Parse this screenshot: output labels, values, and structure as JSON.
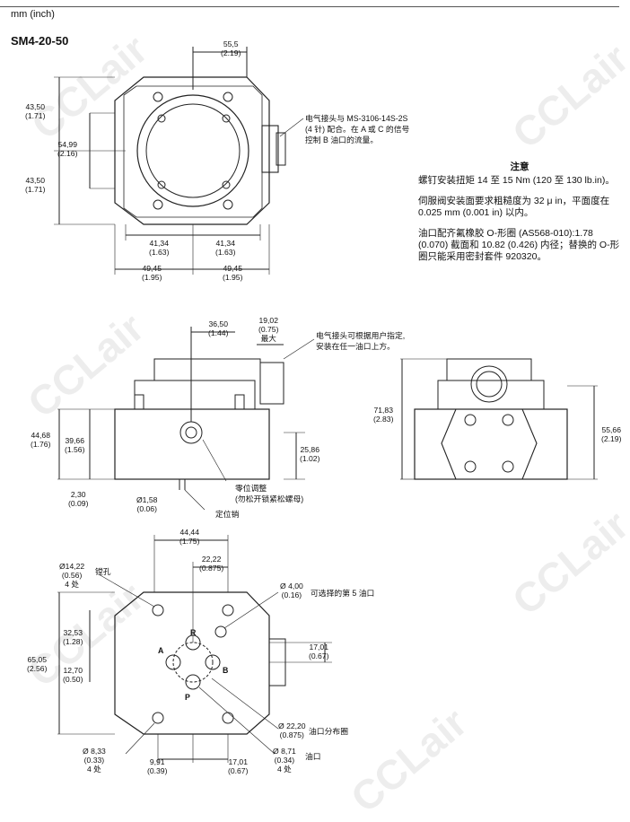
{
  "header": {
    "unit_label": "mm (inch)",
    "model": "SM4-20-50"
  },
  "notes": {
    "title": "注意",
    "items": [
      "螺钉安装扭矩 14 至 15 Nm (120 至 130 lb.in)。",
      "伺服阀安装面要求粗糙度为 32 μ in，平面度在 0.025 mm (0.001 in) 以内。",
      "油口配齐氟橡胶 O-形圈 (AS568-010):1.78 (0.070) 截面和 10.82 (0.426) 内径；替换的 O-形圈只能采用密封套件 920320。"
    ]
  },
  "watermark": "CCLair",
  "top_view": {
    "dim_top": [
      "55,5",
      "(2.19)"
    ],
    "dim_left_upper": [
      "43,50",
      "(1.71)"
    ],
    "dim_left_mid": [
      "54,99",
      "(2.16)"
    ],
    "dim_left_lower": [
      "43,50",
      "(1.71)"
    ],
    "dim_bottom_inner_left": [
      "41,34",
      "(1.63)"
    ],
    "dim_bottom_inner_right": [
      "41,34",
      "(1.63)"
    ],
    "dim_bottom_outer_left": [
      "49,45",
      "(1.95)"
    ],
    "dim_bottom_outer_right": [
      "49,45",
      "(1.95)"
    ],
    "connector_note": [
      "电气接头与 MS-3106-14S-2S",
      "(4 针) 配合。在 A 或 C 的信号",
      "控制 B 油口的流量。"
    ]
  },
  "side_view": {
    "dim_36_50": [
      "36,50",
      "(1.44)"
    ],
    "dim_19_02": [
      "19,02",
      "(0.75)",
      "最大"
    ],
    "connector_note": [
      "电气接头可根据用户指定,",
      "安装在任一油口上方。"
    ],
    "dim_44_68": [
      "44,68",
      "(1.76)"
    ],
    "dim_39_66": [
      "39,66",
      "(1.56)"
    ],
    "dim_25_86": [
      "25,86",
      "(1.02)"
    ],
    "dim_2_30": [
      "2,30",
      "(0.09)"
    ],
    "dim_1_58": [
      "Ø1,58",
      "(0.06)"
    ],
    "null_adjust": [
      "零位调整",
      "(勿松开锁紧松螺母)"
    ],
    "locating_pin": "定位销"
  },
  "end_view": {
    "dim_71_83": [
      "71,83",
      "(2.83)"
    ],
    "dim_55_66": [
      "55,66",
      "(2.19)"
    ]
  },
  "bottom_view": {
    "dim_44_44": [
      "44,44",
      "(1.75)"
    ],
    "dim_22_22": [
      "22,22",
      "(0.875)"
    ],
    "dim_14_22": [
      "Ø14,22",
      "(0.56)",
      "4 处"
    ],
    "counterbore": "镗孔",
    "dim_4_00": [
      "Ø 4,00",
      "(0.16)"
    ],
    "fifth_port": "可选择的第 5 油口",
    "dim_32_53": [
      "32,53",
      "(1.28)"
    ],
    "dim_65_05": [
      "65,05",
      "(2.56)"
    ],
    "dim_12_70": [
      "12,70",
      "(0.50)"
    ],
    "dim_17_01_r": [
      "17,01",
      "(0.67)"
    ],
    "dim_22_20": [
      "Ø 22,20",
      "(0.875)"
    ],
    "port_circle": "油口分布圈",
    "dim_8_71": [
      "Ø 8,71",
      "(0.34)",
      "4 处"
    ],
    "port_label": "油口",
    "dim_8_33": [
      "Ø 8,33",
      "(0.33)",
      "4 处"
    ],
    "dim_9_91": [
      "9,91",
      "(0.39)"
    ],
    "dim_17_01_b": [
      "17,01",
      "(0.67)"
    ],
    "ports": [
      "R",
      "A",
      "B",
      "P"
    ]
  }
}
